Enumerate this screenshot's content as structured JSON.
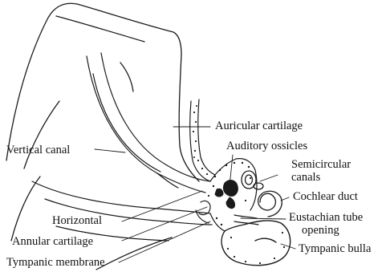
{
  "colors": {
    "ink": "#1a1a1a",
    "background": "#ffffff"
  },
  "labels": {
    "auricular_cartilage": "Auricular cartilage",
    "auditory_ossicles": "Auditory ossicles",
    "vertical_canal": "Vertical canal",
    "semicircular_canals_line1": "Semicircular",
    "semicircular_canals_line2": "canals",
    "cochlear_duct": "Cochlear duct",
    "horizontal": "Horizontal",
    "eustachian_tube_line1": "Eustachian tube",
    "eustachian_tube_line2": "opening",
    "annular_cartilage": "Annular cartilage",
    "tympanic_bulla": "Tympanic bulla",
    "tympanic_membrane": "Tympanic membrane"
  }
}
